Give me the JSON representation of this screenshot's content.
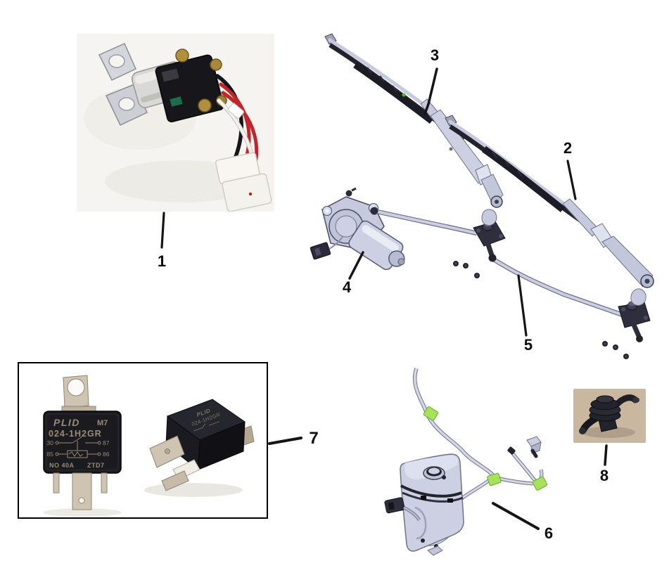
{
  "figure": {
    "type": "exploded-parts-diagram",
    "subject": "windshield wiper and washer system",
    "background": "#ffffff"
  },
  "callouts": [
    {
      "label": "1"
    },
    {
      "label": "2"
    },
    {
      "label": "3"
    },
    {
      "label": "4"
    },
    {
      "label": "5"
    },
    {
      "label": "6"
    },
    {
      "label": "7"
    },
    {
      "label": "8"
    }
  ],
  "relay": {
    "brand": "PLID",
    "model": "M7",
    "part_number": "024-1H2GR",
    "pin_30": "30",
    "pin_87": "87",
    "pin_85": "85",
    "pin_86": "86",
    "rating": "NO 40A",
    "date_code": "ZTD7"
  },
  "colors": {
    "cad_fill": "#cbcfe2",
    "cad_light": "#e2e4f0",
    "cad_stroke": "#6f7189",
    "cad_dark": "#2b2b39",
    "clip_green": "#a8e25c",
    "leader": "#151515",
    "photo1_bg": "#f5f4f1",
    "photo8_bg": "#c9b7a0",
    "relay_body": "#1a1a1f",
    "relay_text": "#968c77",
    "terminal_metal": "#cfc4b2",
    "wire_red": "#c2242c",
    "wire_black": "#15151a"
  }
}
